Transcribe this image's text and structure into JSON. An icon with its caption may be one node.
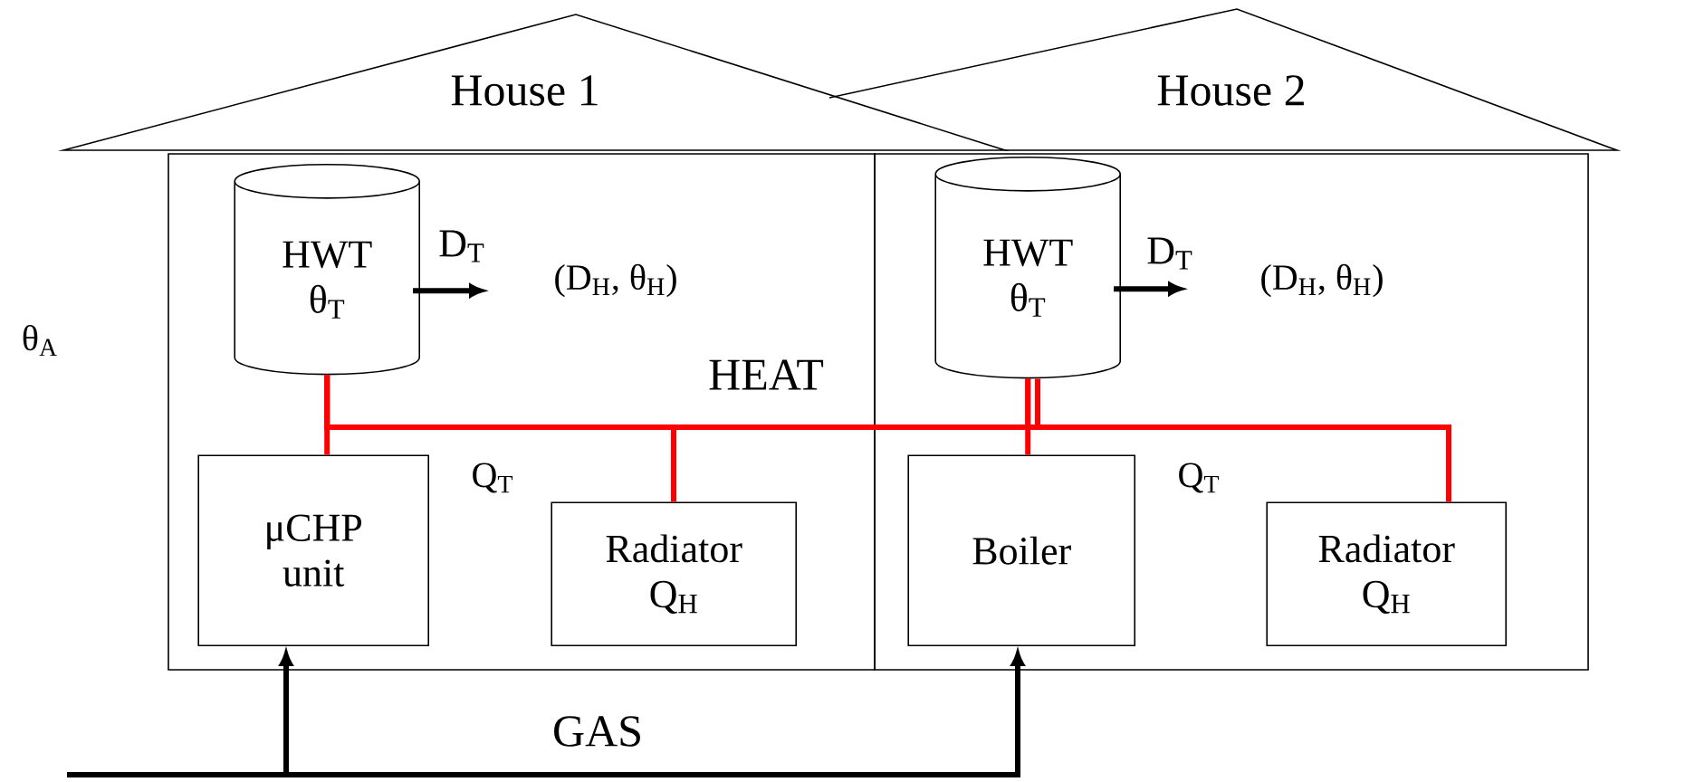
{
  "diagram": {
    "nodes": [
      {
        "text": [
          "House 1"
        ]
      },
      {
        "text": [
          "HWT θ$_{T}$"
        ],
        "in": 0
      },
      {
        "text": [
          "μCHP unit"
        ],
        "in": 0
      },
      {
        "text": [
          "Radiator Q$_{H}$"
        ],
        "in": 0
      },
      {
        "text": [
          "House 2"
        ]
      },
      {
        "text": [
          "HWT θ$_{T}$"
        ],
        "in": 4
      },
      {
        "text": [
          "Boiler"
        ],
        "in": 4
      },
      {
        "text": [
          "Radiator Q$_{H}$"
        ],
        "in": 4
      }
    ],
    "edges": [
      {
        "from": 1,
        "to": 2,
        "arrow": "none",
        "color": "#ff0000"
      },
      {
        "from": 1,
        "to": 3,
        "arrow": "none",
        "color": "#ff0000"
      },
      {
        "from": 1,
        "to": 5,
        "arrow": "none",
        "color": "#ff0000"
      },
      {
        "from": 5,
        "to": 6,
        "arrow": "none",
        "color": "#ff0000"
      },
      {
        "from": 5,
        "to": 7,
        "arrow": "none",
        "color": "#ff0000"
      },
      {
        "from": null,
        "to": 2,
        "arrow": "to",
        "color": "#000000"
      },
      {
        "from": null,
        "to": 6,
        "arrow": "to",
        "color": "#000000"
      },
      {
        "from": 1,
        "to": null,
        "arrow": "to",
        "label": "D$_{T}$",
        "color": "#000000"
      },
      {
        "from": 5,
        "to": null,
        "arrow": "to",
        "label": "D$_{T}$",
        "color": "#000000"
      }
    ],
    "labels": [
      "θ$_{A}$",
      "(D$_{H}$, θ$_{H}$)",
      "(D$_{H}$, θ$_{H}$)",
      "HEAT",
      "Q$_{T}$",
      "Q$_{T}$",
      "GAS"
    ]
  }
}
